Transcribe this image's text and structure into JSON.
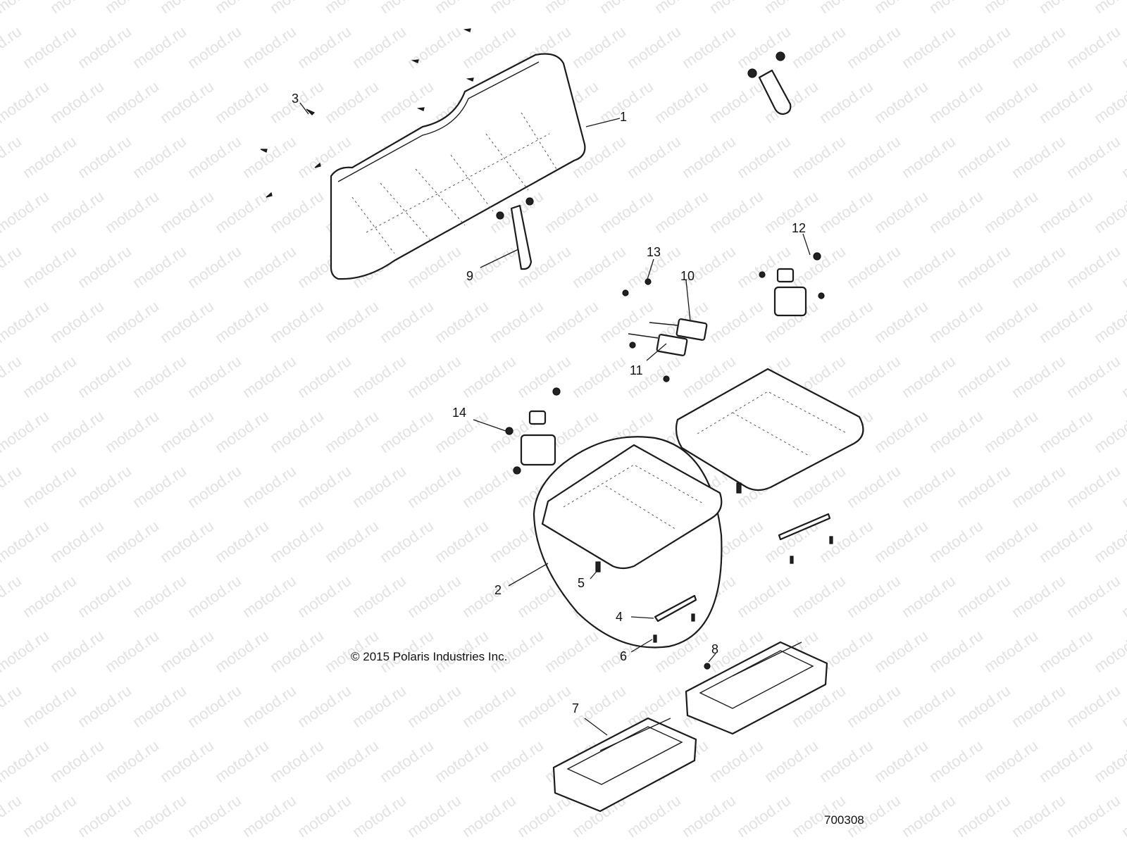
{
  "watermark_text": "motod.ru",
  "copyright": "© 2015 Polaris Industries Inc.",
  "figure_number": "700308",
  "callouts": {
    "c1": "1",
    "c2": "2",
    "c3": "3",
    "c4": "4",
    "c5": "5",
    "c6": "6",
    "c7": "7",
    "c8": "8",
    "c9": "9",
    "c10": "10",
    "c11": "11",
    "c12": "12",
    "c13": "13",
    "c14": "14"
  }
}
